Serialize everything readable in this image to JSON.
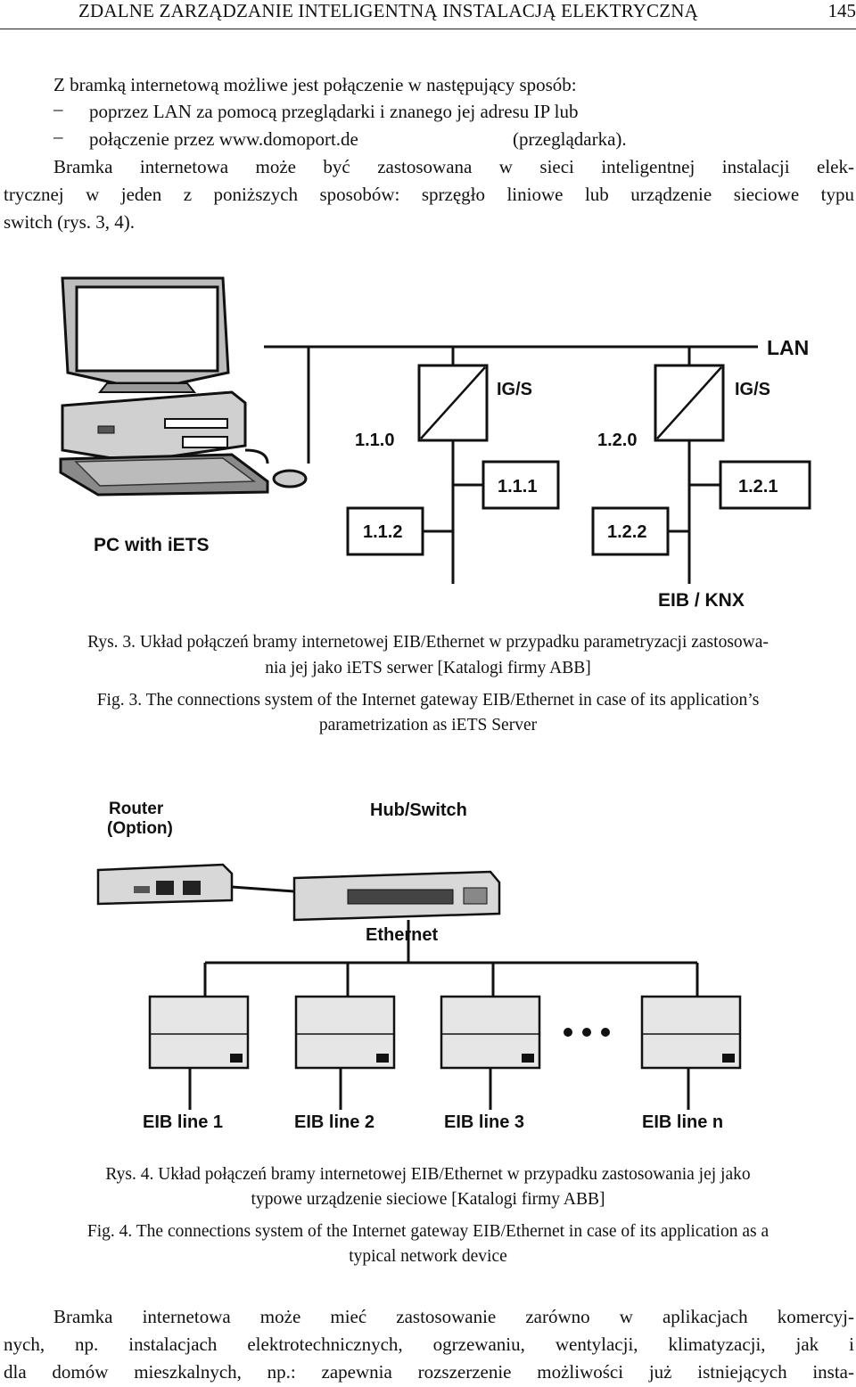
{
  "header": {
    "running_title": "ZDALNE ZARZĄDZANIE INTELIGENTNĄ INSTALACJĄ ELEKTRYCZNĄ",
    "page_number": "145"
  },
  "intro": {
    "lead": "Z bramką internetową możliwe jest połączenie w następujący sposób:",
    "bullets": [
      "poprzez LAN za pomocą przeglądarki i znanego jej adresu IP lub",
      "połączenie przez www.domoport.de",
      "(przeglądarka)."
    ],
    "para_lines": [
      "Bramka internetowa może być zastosowana w sieci inteligentnej instalacji elek-",
      "trycznej w jeden z poniższych sposobów: sprzęgło liniowe lub urządzenie sieciowe typu",
      "switch (rys. 3, 4)."
    ]
  },
  "fig3": {
    "labels": {
      "lan": "LAN",
      "igs_left": "IG/S",
      "igs_right": "IG/S",
      "n110": "1.1.0",
      "n111": "1.1.1",
      "n112": "1.1.2",
      "n120": "1.2.0",
      "n121": "1.2.1",
      "n122": "1.2.2",
      "pc": "PC with iETS",
      "bus": "EIB / KNX"
    },
    "caption_pl": [
      "Rys. 3. Układ połączeń bramy internetowej EIB/Ethernet w przypadku parametryzacji zastosowa-",
      "nia jej jako iETS serwer [Katalogi firmy ABB]"
    ],
    "caption_en": [
      "Fig. 3. The connections system of the Internet gateway EIB/Ethernet in case of its application’s",
      "parametrization as iETS Server"
    ]
  },
  "fig4": {
    "labels": {
      "router_1": "Router",
      "router_2": "(Option)",
      "hub": "Hub/Switch",
      "ethernet": "Ethernet",
      "line1": "EIB line 1",
      "line2": "EIB line 2",
      "line3": "EIB line 3",
      "linen": "EIB line n"
    },
    "caption_pl": [
      "Rys. 4. Układ połączeń bramy internetowej EIB/Ethernet w przypadku zastosowania jej jako",
      "typowe urządzenie sieciowe [Katalogi firmy ABB]"
    ],
    "caption_en": [
      "Fig. 4. The connections system of the Internet gateway EIB/Ethernet in case of its application as a",
      "typical network device"
    ]
  },
  "closing": {
    "lines": [
      "Bramka internetowa może mieć zastosowanie zarówno w aplikacjach komercyj-",
      "nych, np. instalacjach elektrotechnicznych, ogrzewaniu, wentylacji, klimatyzacji, jak i",
      "dla domów mieszkalnych, np.: zapewnia rozszerzenie możliwości już istniejących insta-"
    ]
  }
}
